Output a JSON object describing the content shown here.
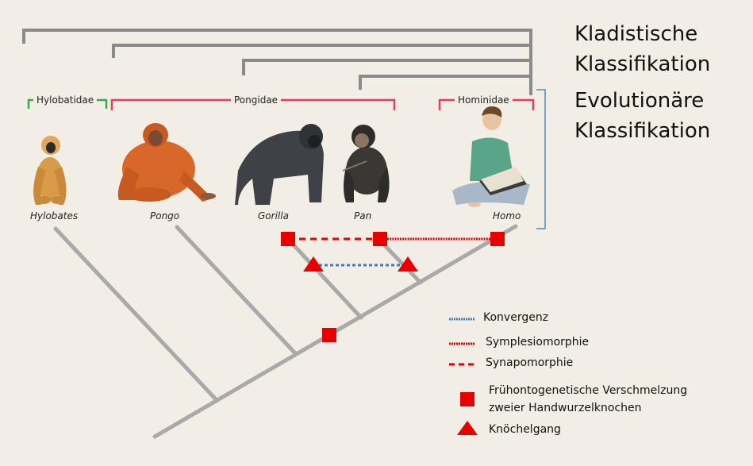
{
  "titles": {
    "cladistic_line1": "Kladistische",
    "cladistic_line2": "Klassifikation",
    "evolutionary_line1": "Evolutionäre",
    "evolutionary_line2": "Klassifikation"
  },
  "groups": {
    "hylobatidae": "Hylobatidae",
    "pongidae": "Pongidae",
    "hominidae": "Hominidae"
  },
  "taxa": {
    "hylobates": "Hylobates",
    "pongo": "Pongo",
    "gorilla": "Gorilla",
    "pan": "Pan",
    "homo": "Homo"
  },
  "legend": {
    "convergence": "Konvergenz",
    "symplesiomorphy": "Symplesiomorphie",
    "synapomorphy": "Synapomorphie",
    "fusion_line1": "Frühontogenetische Verschmelzung",
    "fusion_line2": "zweier Handwurzelknochen",
    "knuckle_walking": "Knöchelgang"
  },
  "colors": {
    "tree": "#a9a9a9",
    "bracket_gray": "#8a8a8a",
    "pongidae_pink": "#e0405e",
    "hylobatidae_green": "#3aaa48",
    "evolutionary_blue": "#4a8ac4",
    "convergence_blue": "#3a7dc0",
    "marker_red": "#e60000"
  }
}
